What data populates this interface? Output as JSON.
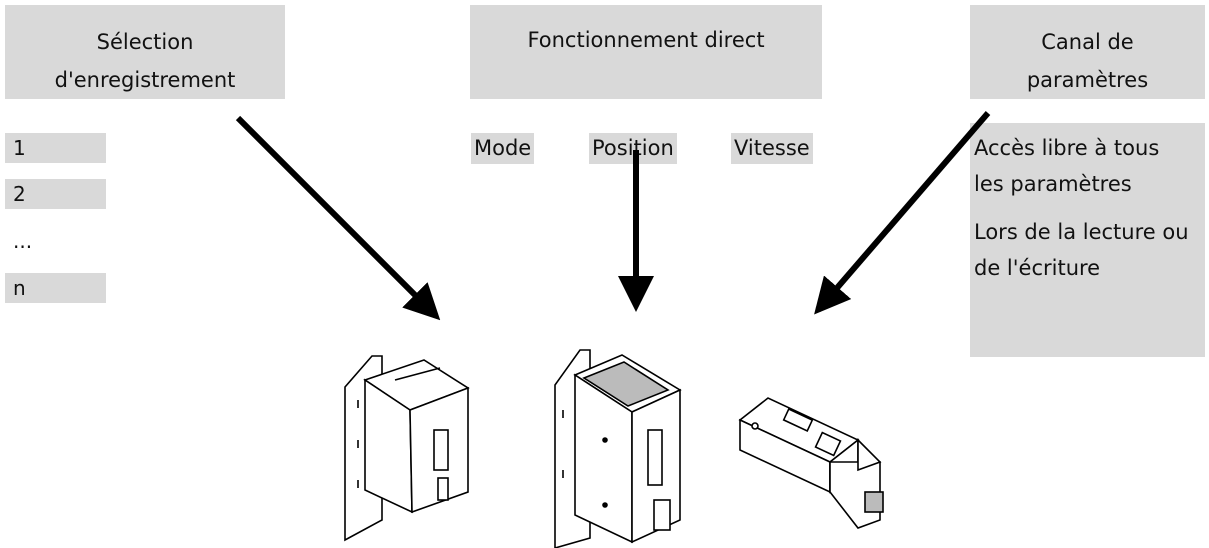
{
  "record_selection": {
    "title_line1": "Sélection",
    "title_line2": "d'enregistrement",
    "items": [
      "1",
      "2",
      "...",
      "n"
    ]
  },
  "direct_mode": {
    "title": "Fonctionnement direct",
    "labels": {
      "mode": "Mode",
      "position": "Position",
      "speed": "Vitesse"
    }
  },
  "parameter_channel": {
    "title_line1": "Canal de",
    "title_line2": "paramètres",
    "description": [
      "Accès libre à tous",
      "les paramètres",
      "Lors de la lecture ou",
      "de l'écriture"
    ]
  },
  "colors": {
    "box_fill": "#d9d9d9",
    "arrow": "#000000"
  }
}
